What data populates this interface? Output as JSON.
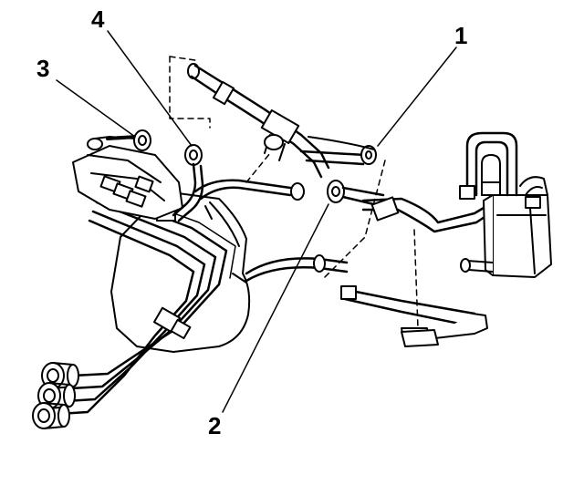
{
  "callouts": [
    {
      "id": "1",
      "label": "1"
    },
    {
      "id": "2",
      "label": "2"
    },
    {
      "id": "3",
      "label": "3"
    },
    {
      "id": "4",
      "label": "4"
    }
  ],
  "colors": {
    "line": "#000000",
    "background": "#ffffff",
    "fill": "#ffffff"
  },
  "icons": [
    "fuel-line-assembly",
    "evap-canister",
    "fuel-filter",
    "connector"
  ]
}
